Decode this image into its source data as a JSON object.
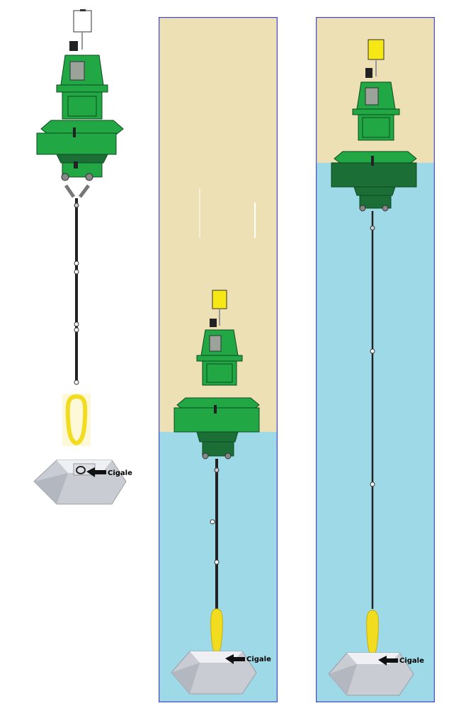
{
  "labels": {
    "anchor_label_1": "Cigale",
    "anchor_label_2": "Cigale",
    "anchor_label_3": "Cigale"
  },
  "colors": {
    "sky": "#ede0b5",
    "water": "#9ed9e8",
    "buoy_green": "#22a745",
    "buoy_dark_green": "#1a6e36",
    "light_box_yellow": "#f7e715",
    "strap_yellow": "#f2dc20",
    "frame_border": "#4a4fc2",
    "block_gray": "#c9ccd2"
  }
}
